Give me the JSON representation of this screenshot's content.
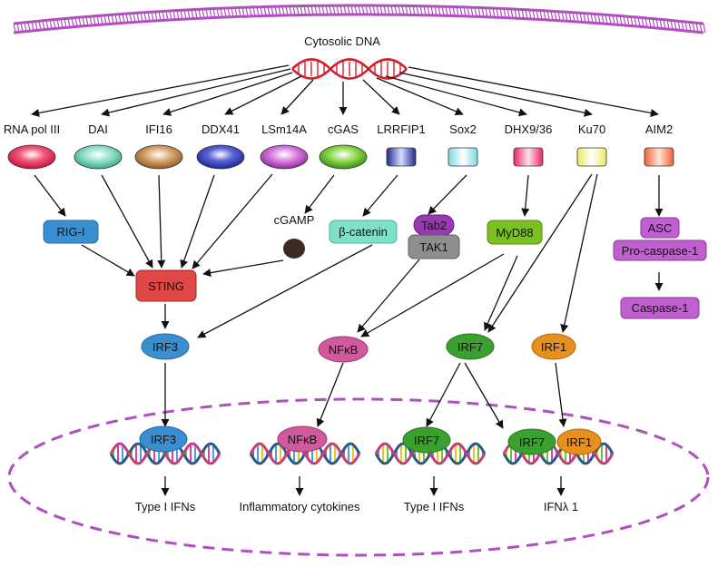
{
  "title": "Cytosolic DNA",
  "sensors": [
    "RNA pol III",
    "DAI",
    "IFI16",
    "DDX41",
    "LSm14A",
    "cGAS",
    "LRRFIP1",
    "Sox2",
    "DHX9/36",
    "Ku70",
    "AIM2"
  ],
  "adaptors": {
    "rig_i": "RIG-I",
    "sting": "STING",
    "cgamp": "cGAMP",
    "beta_catenin": "β-catenin",
    "tab2": "Tab2",
    "tak1": "TAK1",
    "myd88": "MyD88",
    "asc": "ASC",
    "pro_caspase": "Pro-caspase-1",
    "caspase": "Caspase-1"
  },
  "factors": {
    "irf3": "IRF3",
    "nfkb": "NFκB",
    "irf7": "IRF7",
    "irf1": "IRF1"
  },
  "outputs": [
    "Type I IFNs",
    "Inflammatory cytokines",
    "Type I IFNs",
    "IFNλ 1"
  ],
  "colors": {
    "membrane": "#b04fc0",
    "purple": "#c060d0",
    "sting": "#e04848",
    "blue": "#3a8fd0",
    "pink": "#d05a9c",
    "green": "#3aa030",
    "orange": "#e8901e"
  }
}
